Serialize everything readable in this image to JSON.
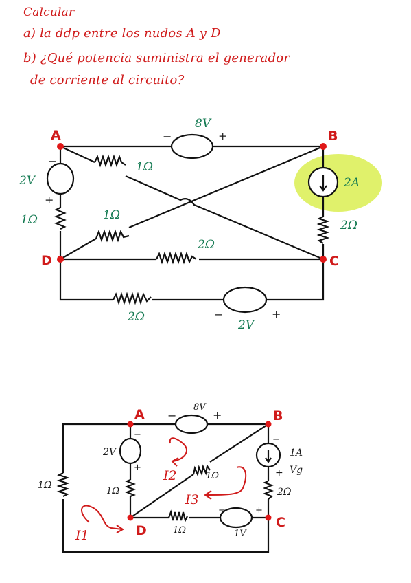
{
  "problem": {
    "title": "Calcular",
    "item_a": "a) la ddp entre los nudos A y D",
    "item_b": "b) ¿Qué potencia suministra el generador",
    "item_b_cont": "de corriente al circuito?"
  },
  "circuit_top": {
    "nodes": {
      "A": "A",
      "B": "B",
      "C": "C",
      "D": "D"
    },
    "source_8v": {
      "value": "8V",
      "minus": "−",
      "plus": "+"
    },
    "r_a_cross": "1Ω",
    "source_2v_left": {
      "value": "2V",
      "minus": "−",
      "plus": "+"
    },
    "r_left": "1Ω",
    "r_d_cross": "1Ω",
    "r_dc": "2Ω",
    "current_source": {
      "value": "2A",
      "arrow": "↓"
    },
    "r_right": "2Ω",
    "r_bottom": "2Ω",
    "source_2v_bottom": {
      "value": "2V",
      "minus": "−",
      "plus": "+"
    },
    "highlight_color": "#d6ec3a"
  },
  "circuit_bottom": {
    "nodes": {
      "A": "A",
      "B": "B",
      "C": "C",
      "D": "D"
    },
    "source_8v": {
      "value": "8V",
      "minus": "−",
      "plus": "+"
    },
    "source_2v": {
      "value": "2V",
      "minus": "−",
      "plus": "+"
    },
    "r_left_outer": "1Ω",
    "r_ad": "1Ω",
    "r_diag": "1Ω",
    "current_source": {
      "value": "1A",
      "arrow": "↓",
      "minus": "−",
      "plus": "+",
      "vg": "Vg"
    },
    "r_right": "2Ω",
    "r_dc": "1Ω",
    "source_1v": {
      "value": "1V",
      "minus": "−",
      "plus": "+"
    },
    "loops": {
      "i1": "I1",
      "i2": "I2",
      "i3": "I3"
    }
  }
}
